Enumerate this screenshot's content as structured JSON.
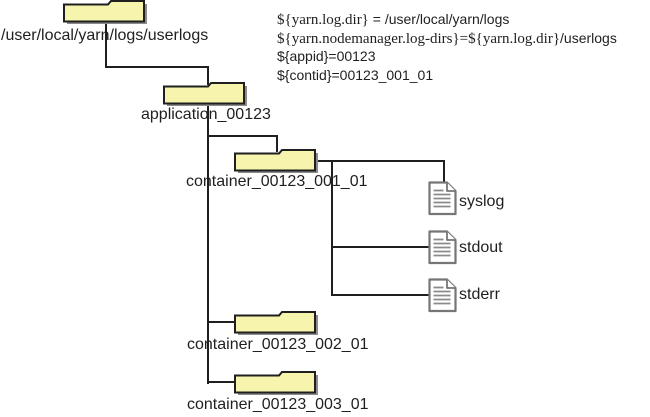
{
  "tree": {
    "root": {
      "label": "/user/local/yarn/logs/userlogs"
    },
    "application": {
      "label": "application_00123"
    },
    "containers": [
      {
        "label": "container_00123_001_01"
      },
      {
        "label": "container_00123_002_01"
      },
      {
        "label": "container_00123_003_01"
      }
    ],
    "files": [
      {
        "label": "syslog"
      },
      {
        "label": "stdout"
      },
      {
        "label": "stderr"
      }
    ]
  },
  "annotation": {
    "lines": [
      {
        "serif": "${yarn.log.dir}",
        "sans": " = /user/local/yarn/logs"
      },
      {
        "serif": "${yarn.nodemanager.log-dirs}=${yarn.log.dir}",
        "sans": "/userlogs"
      },
      {
        "serif": "",
        "sans": "${appid}=00123"
      },
      {
        "serif": "",
        "sans": "${contid}=00123_001_01"
      }
    ]
  },
  "icons": {
    "folder": "folder-icon",
    "file": "document-icon"
  },
  "colors": {
    "folder_fill": "#F7F4AD",
    "folder_border": "#1f1f1f",
    "folder_shadow": "#8c8c8c",
    "file_border": "#767676",
    "file_lines": "#8a8a8a",
    "connector": "#1f1f1f",
    "text": "#1f1f1f",
    "background": "#ffffff"
  }
}
